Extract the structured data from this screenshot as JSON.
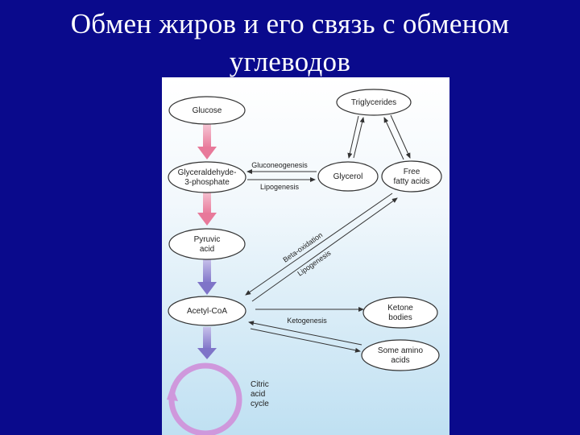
{
  "slide": {
    "title_line1": "Обмен жиров  и его связь с обменом",
    "title_line2": "углеводов"
  },
  "diagram": {
    "nodes": {
      "glucose": "Glucose",
      "g3p_line1": "Glyceraldehyde-",
      "g3p_line2": "3-phosphate",
      "pyruvic_line1": "Pyruvic",
      "pyruvic_line2": "acid",
      "acetyl_coa": "Acetyl-CoA",
      "triglycerides": "Triglycerides",
      "glycerol": "Glycerol",
      "ffa_line1": "Free",
      "ffa_line2": "fatty acids",
      "ketone_line1": "Ketone",
      "ketone_line2": "bodies",
      "amino_line1": "Some amino",
      "amino_line2": "acids",
      "citric_line1": "Citric",
      "citric_line2": "acid",
      "citric_line3": "cycle"
    },
    "edges": {
      "gluconeogenesis": "Gluconeogenesis",
      "lipogenesis_top": "Lipogenesis",
      "beta_oxidation": "Beta-oxidation",
      "lipogenesis_diag": "Lipogenesis",
      "ketogenesis": "Ketogenesis"
    },
    "colors": {
      "background_top": "#ffffff",
      "background_bottom": "#bfe0f2",
      "arrow_pink": "#f08aa8",
      "arrow_purple": "#8a7fd0",
      "cycle_ring": "#c98ed6"
    }
  }
}
